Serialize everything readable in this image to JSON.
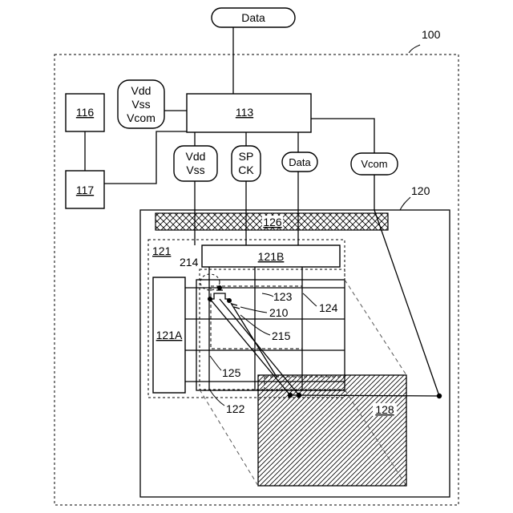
{
  "labels": {
    "data_top": "Data",
    "ref_100": "100",
    "box_116": "116",
    "box_117": "117",
    "box_113": "113",
    "supply_line1": "Vdd",
    "supply_line2": "Vss",
    "supply_line3": "Vcom",
    "vdd2_line1": "Vdd",
    "vdd2_line2": "Vss",
    "spck_line1": "SP",
    "spck_line2": "CK",
    "data_small": "Data",
    "vcom_small": "Vcom",
    "ref_120": "120",
    "ref_126": "126",
    "ref_121": "121",
    "ref_121B": "121B",
    "ref_121A": "121A",
    "ref_214": "214",
    "ref_123": "123",
    "ref_124": "124",
    "ref_210": "210",
    "ref_215": "215",
    "ref_125": "125",
    "ref_122": "122",
    "ref_128": "128"
  }
}
